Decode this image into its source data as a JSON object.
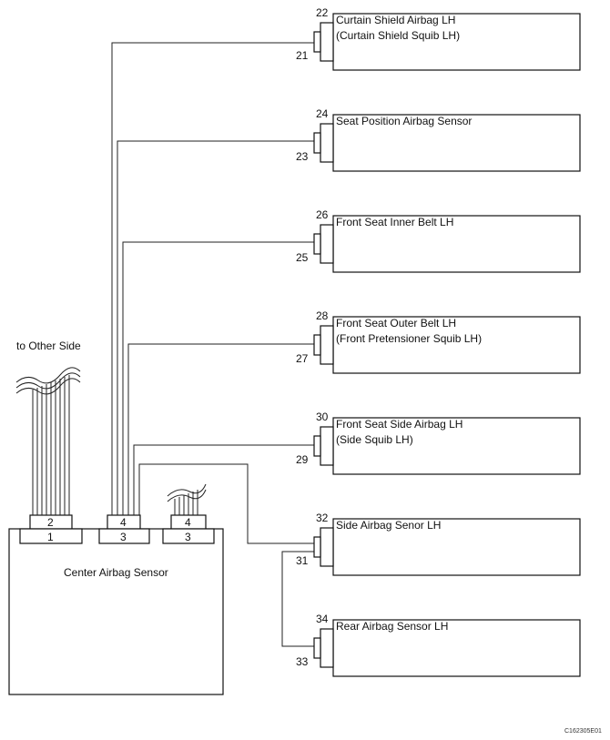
{
  "components": [
    {
      "name": "Curtain Shield Airbag LH",
      "sub": "(Curtain Shield Squib LH)",
      "pin_top": "22",
      "pin_bottom": "21"
    },
    {
      "name": "Seat Position Airbag Sensor",
      "sub": "",
      "pin_top": "24",
      "pin_bottom": "23"
    },
    {
      "name": "Front Seat Inner Belt LH",
      "sub": "",
      "pin_top": "26",
      "pin_bottom": "25"
    },
    {
      "name": "Front Seat Outer Belt LH",
      "sub": "(Front Pretensioner Squib LH)",
      "pin_top": "28",
      "pin_bottom": "27"
    },
    {
      "name": "Front Seat Side Airbag LH",
      "sub": "(Side Squib LH)",
      "pin_top": "30",
      "pin_bottom": "29"
    },
    {
      "name": "Side Airbag Senor LH",
      "sub": "",
      "pin_top": "32",
      "pin_bottom": "31"
    },
    {
      "name": "Rear Airbag Sensor LH",
      "sub": "",
      "pin_top": "34",
      "pin_bottom": "33"
    }
  ],
  "center": {
    "label": "Center Airbag Sensor",
    "connectors": [
      {
        "top": "2",
        "bottom": "1"
      },
      {
        "top": "4",
        "bottom": "3"
      },
      {
        "top": "4",
        "bottom": "3"
      }
    ]
  },
  "to_other_side": "to Other Side",
  "figure_code": "C162305E01"
}
